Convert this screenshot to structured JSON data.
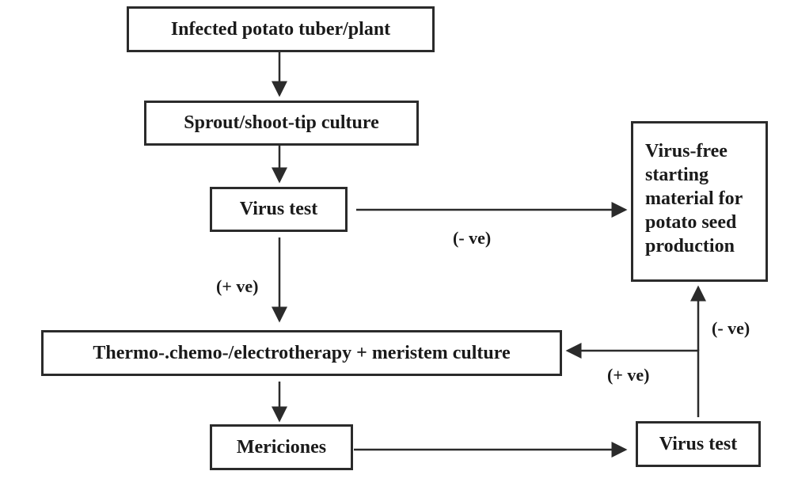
{
  "nodes": {
    "infected": "Infected potato tuber/plant",
    "sprout": "Sprout/shoot-tip culture",
    "virus_test_1": "Virus test",
    "therapy": "Thermo-.chemo-/electrotherapy + meristem culture",
    "mericlones": "Mericiones",
    "virus_test_2": "Virus test",
    "virus_free": "Virus-free starting material for potato seed production"
  },
  "edge_labels": {
    "test1_negative": "(- ve)",
    "test1_positive": "(+ ve)",
    "test2_negative": "(- ve)",
    "test2_positive": "(+ ve)"
  },
  "colors": {
    "line": "#2b2b2b",
    "text": "#1a1a1a"
  }
}
